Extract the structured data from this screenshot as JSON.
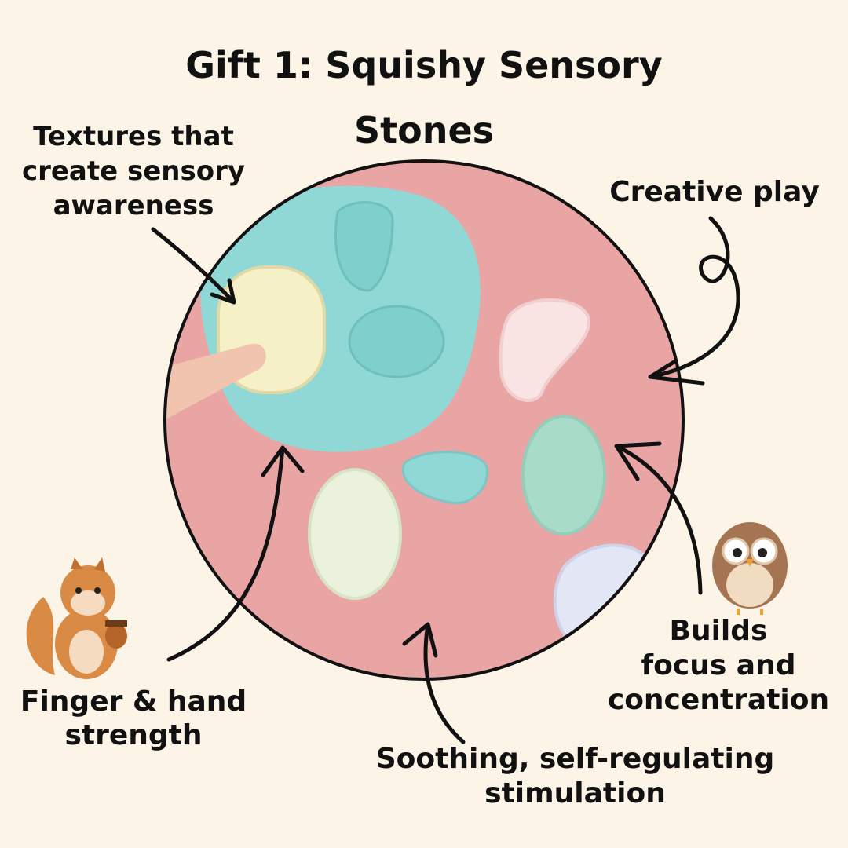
{
  "title": {
    "line1": "Gift 1: Squishy Sensory",
    "line2": "Stones"
  },
  "labels": {
    "textures": [
      "Textures that",
      "create sensory",
      "awareness"
    ],
    "creative": "Creative play",
    "finger": [
      "Finger & hand",
      "strength"
    ],
    "focus": [
      "Builds",
      "focus and",
      "concentration"
    ],
    "soothing": [
      "Soothing, self-regulating",
      "stimulation"
    ]
  },
  "colors": {
    "background": "#fdf4e8",
    "circle": "#e9a5a4",
    "dough": "#8fd8d6",
    "text": "#111111"
  }
}
